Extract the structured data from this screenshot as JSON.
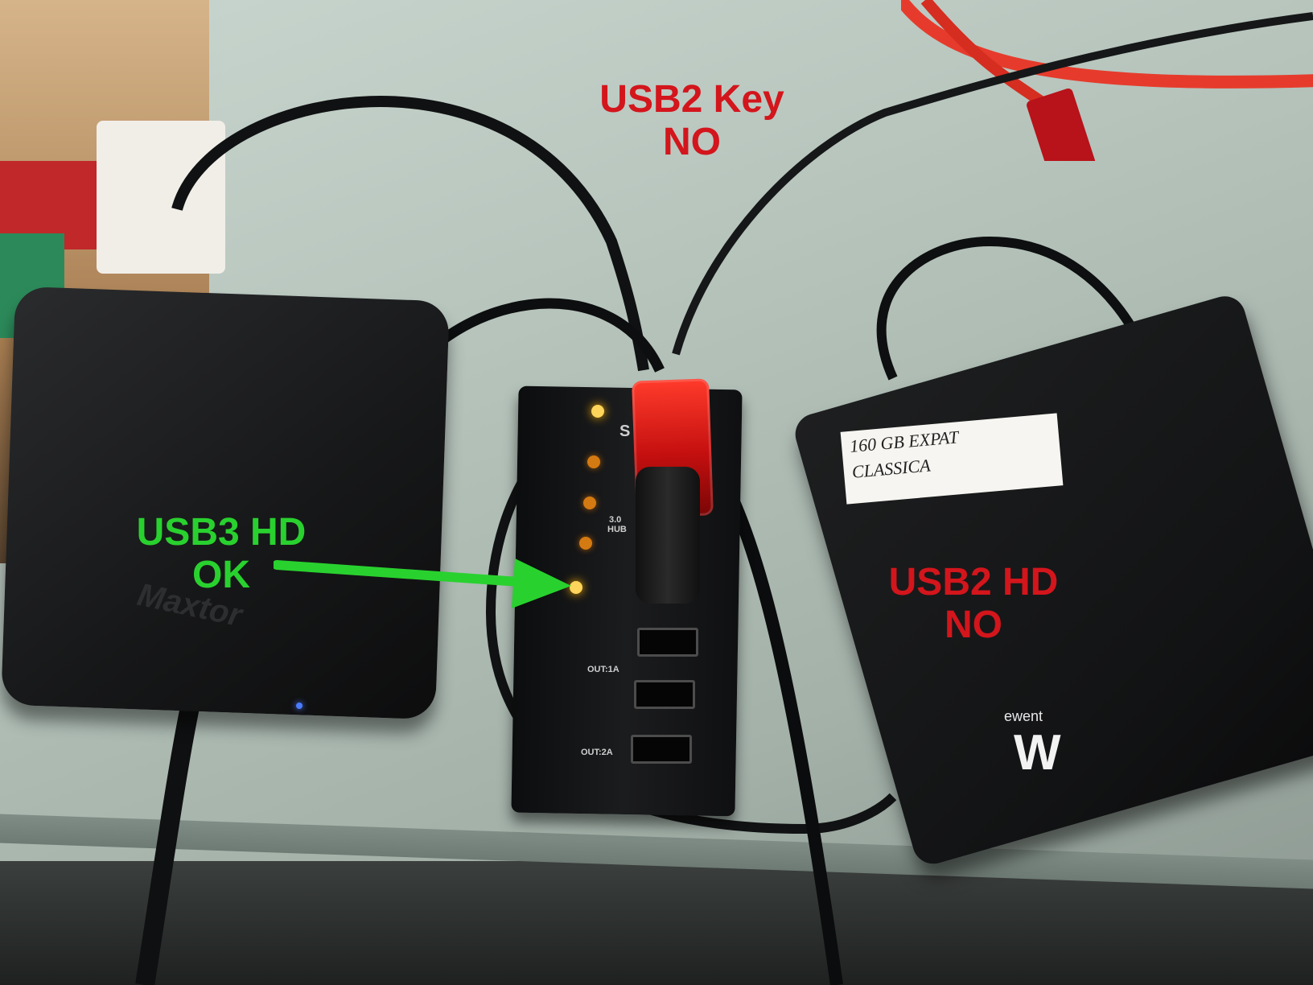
{
  "annotations": {
    "usb2_key": {
      "line1": "USB2 Key",
      "line2": "NO",
      "color": "#d3151c"
    },
    "usb3_hd": {
      "line1": "USB3 HD",
      "line2": "OK",
      "color": "#29d12f"
    },
    "usb2_hd": {
      "line1": "USB2 HD",
      "line2": "NO",
      "color": "#d3151c"
    }
  },
  "devices": {
    "maxtor_brand": "Maxtor",
    "hub": {
      "hub_label_line1": "3.0",
      "hub_label_line2": "HUB",
      "out_1a": "OUT:1A",
      "out_2a": "OUT:2A",
      "top_letter": "S",
      "leds": [
        "lit",
        "dim",
        "dim",
        "dim",
        "lit"
      ]
    },
    "ewent_label": {
      "line1": "160 GB   EXPAT",
      "line2": "CLASSICA"
    },
    "ewent_brand": "ewent",
    "ewent_logo": "W"
  }
}
